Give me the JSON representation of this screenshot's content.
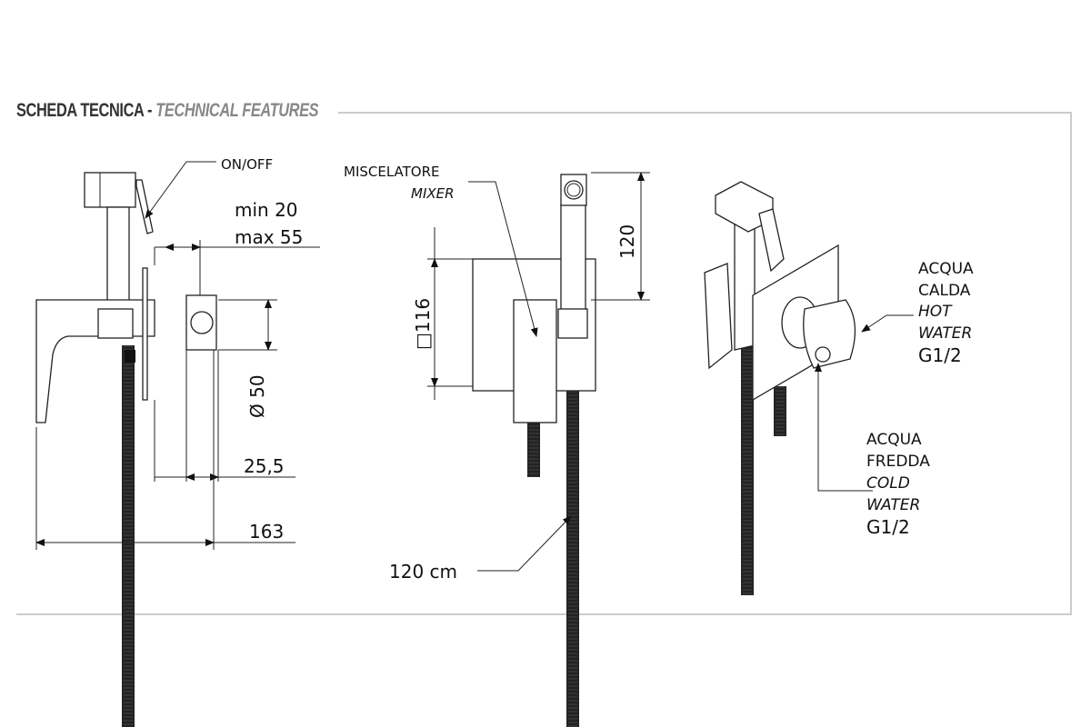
{
  "header": {
    "title_it": "SCHEDA TECNICA",
    "separator": "-",
    "title_en": "TECHNICAL FEATURES"
  },
  "side_view": {
    "on_off": "ON/OFF",
    "min": "min 20",
    "max": "max 55",
    "diameter": "Ø 50",
    "depth": "25,5",
    "length": "163"
  },
  "front_view": {
    "mixer_it": "MISCELATORE",
    "mixer_en": "MIXER",
    "plate": "□116",
    "height": "120",
    "hose_length": "120 cm"
  },
  "iso_view": {
    "hot": {
      "it1": "ACQUA",
      "it2": "CALDA",
      "en1": "HOT",
      "en2": "WATER",
      "thread": "G1/2"
    },
    "cold": {
      "it1": "ACQUA",
      "it2": "FREDDA",
      "en1": "COLD",
      "en2": "WATER",
      "thread": "G1/2"
    }
  },
  "colors": {
    "frame": "#cccccc",
    "line": "#222222",
    "title": "#333333",
    "title_accent": "#888888"
  }
}
